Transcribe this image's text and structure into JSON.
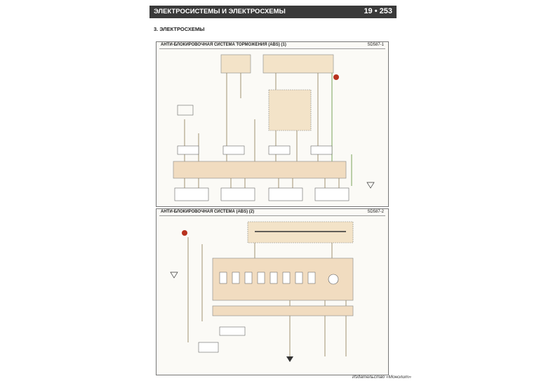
{
  "header": {
    "title": "ЭЛЕКТРОСИСТЕМЫ И ЭЛЕКТРОСХЕМЫ",
    "page_number": "19 • 253"
  },
  "section": {
    "title": "3.  ЭЛЕКТРОСХЕМЫ"
  },
  "diagram1": {
    "title": "АНТИ-БЛОКИРОВОЧНАЯ СИСТЕМА ТОРМОЖЕНИЯ (ABS) (1)",
    "code": "SD587-1"
  },
  "diagram2": {
    "title": "АНТИ-БЛОКИРОВОЧНАЯ СИСТЕМА (ABS) (2)",
    "code": "SD587-2"
  },
  "footer": {
    "publisher": "Издательство «Монолит»"
  },
  "colors": {
    "wire_brown": "#8a7a52",
    "wire_green": "#6a9a48",
    "wire_black": "#333333",
    "fuse_box_fill": "#f3e3c8",
    "ecu_fill": "#f1dcc0",
    "marker_red": "#b8321e"
  }
}
